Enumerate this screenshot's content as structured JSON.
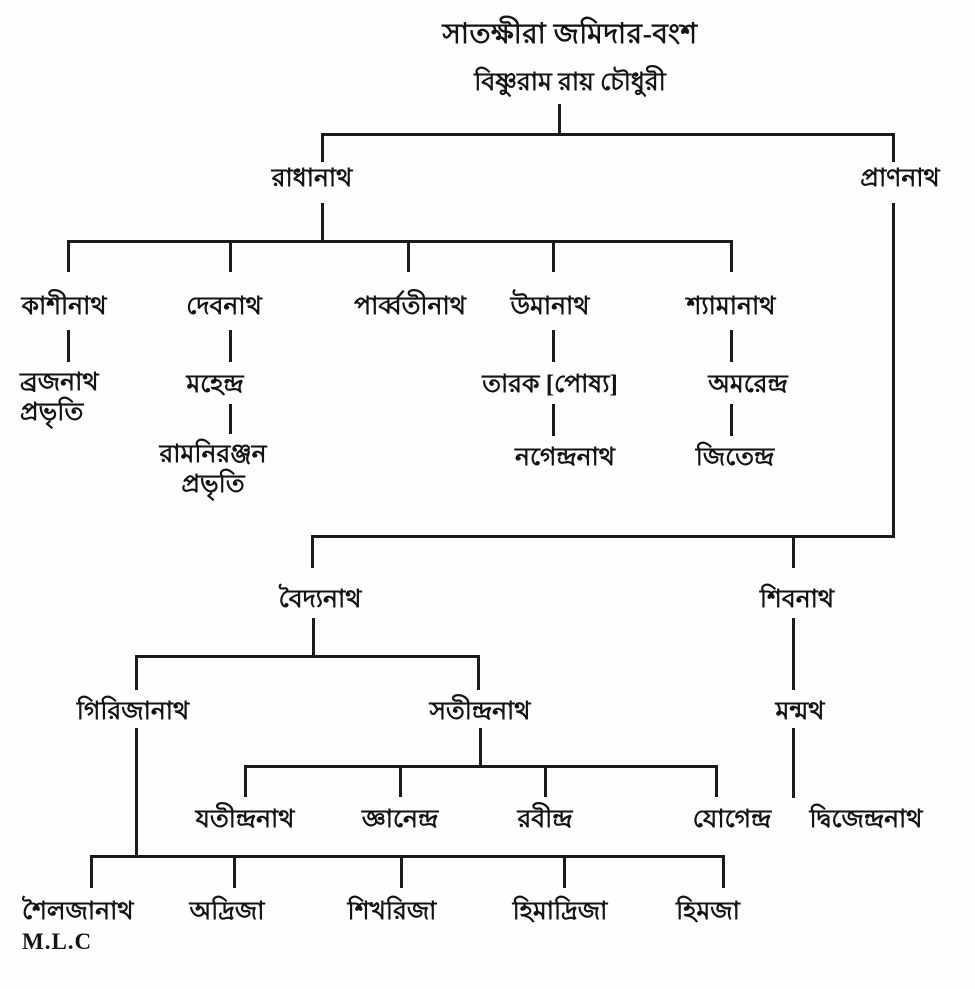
{
  "title": "সাতক্ষীরা জমিদার-বংশ",
  "colors": {
    "line": "#1b1b1b",
    "text": "#141414",
    "background": "#fffefd"
  },
  "nodes": {
    "bishnuram": {
      "label": "বিষ্ণুরাম রায় চৌধুরী"
    },
    "radhanath": {
      "label": "রাধানাথ"
    },
    "prannath": {
      "label": "প্রাণনাথ"
    },
    "kashinath": {
      "label": "কাশীনাথ"
    },
    "debnath": {
      "label": "দেবনাথ"
    },
    "parbbatinath": {
      "label": "পার্ব্বতীনাথ"
    },
    "umanath": {
      "label": "উমানাথ"
    },
    "shyamanath": {
      "label": "শ্যামানাথ"
    },
    "brajanath": {
      "label": "ব্রজনাথ",
      "label2": "প্রভৃতি"
    },
    "mahendra": {
      "label": "মহেন্দ্র"
    },
    "tarak": {
      "label": "তারক [পোষ্য]"
    },
    "amarendra": {
      "label": "অমরেন্দ্র"
    },
    "ramniranjan": {
      "label": "রামনিরঞ্জন",
      "label2": "প্রভৃতি"
    },
    "nagendranath": {
      "label": "নগেন্দ্রনাথ"
    },
    "jitendra": {
      "label": "জিতেন্দ্র"
    },
    "baidyanath": {
      "label": "বৈদ্যনাথ"
    },
    "shibnath": {
      "label": "শিবনাথ"
    },
    "girijanath": {
      "label": "গিরিজানাথ"
    },
    "satindranath": {
      "label": "সতীন্দ্রনাথ"
    },
    "manmatha": {
      "label": "মন্মথ"
    },
    "jatindranath": {
      "label": "যতীন্দ্রনাথ"
    },
    "gyanendra": {
      "label": "জ্ঞানেন্দ্র"
    },
    "rabindra": {
      "label": "রবীন্দ্র"
    },
    "jogendra": {
      "label": "যোগেন্দ্র"
    },
    "dwijendranath": {
      "label": "দ্বিজেন্দ্রনাথ"
    },
    "shailajanath": {
      "label": "শৈলজানাথ",
      "label2": "M.L.C"
    },
    "adrija": {
      "label": "অদ্রিজা"
    },
    "shikharija": {
      "label": "শিখরিজা"
    },
    "himadrija": {
      "label": "হিমাদ্রিজা"
    },
    "himaja": {
      "label": "হিমজা"
    }
  },
  "edges": [
    {
      "parent": "bishnuram",
      "children": [
        "radhanath",
        "prannath"
      ]
    },
    {
      "parent": "radhanath",
      "children": [
        "kashinath",
        "debnath",
        "parbbatinath",
        "umanath",
        "shyamanath"
      ]
    },
    {
      "parent": "kashinath",
      "children": [
        "brajanath"
      ]
    },
    {
      "parent": "debnath",
      "children": [
        "mahendra"
      ]
    },
    {
      "parent": "mahendra",
      "children": [
        "ramniranjan"
      ]
    },
    {
      "parent": "umanath",
      "children": [
        "tarak"
      ]
    },
    {
      "parent": "tarak",
      "children": [
        "nagendranath"
      ]
    },
    {
      "parent": "shyamanath",
      "children": [
        "amarendra"
      ]
    },
    {
      "parent": "amarendra",
      "children": [
        "jitendra"
      ]
    },
    {
      "parent": "prannath",
      "children": [
        "baidyanath",
        "shibnath"
      ]
    },
    {
      "parent": "baidyanath",
      "children": [
        "girijanath",
        "satindranath"
      ]
    },
    {
      "parent": "satindranath",
      "children": [
        "jatindranath",
        "gyanendra",
        "rabindra",
        "jogendra"
      ]
    },
    {
      "parent": "girijanath",
      "children": [
        "shailajanath",
        "adrija",
        "shikharija",
        "himadrija",
        "himaja"
      ]
    },
    {
      "parent": "shibnath",
      "children": [
        "manmatha"
      ]
    },
    {
      "parent": "manmatha",
      "children": [
        "dwijendranath"
      ]
    }
  ]
}
